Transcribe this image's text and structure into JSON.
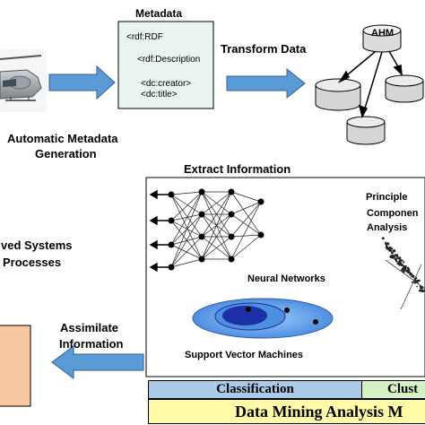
{
  "metadata": {
    "title": "Metadata",
    "lines": [
      "<rdf:RDF",
      "<rdf:Description",
      "<dc:creator>",
      "<dc:title>"
    ]
  },
  "steps": {
    "transform": "Transform Data",
    "auto_meta_line1": "Automatic Metadata",
    "auto_meta_line2": "Generation",
    "extract": "Extract Information",
    "improved_line1": "ved Systems",
    "improved_line2": "Processes",
    "assimilate_line1": "Assimilate",
    "assimilate_line2": "Information"
  },
  "ahm": {
    "label": "AHM"
  },
  "methods": {
    "neural": "Neural Networks",
    "svm": "Support Vector Machines",
    "pca_line1": "Principle",
    "pca_line2": "Componen",
    "pca_line3": "Analysis"
  },
  "bars": {
    "classification": "Classification",
    "clustering": "Clust",
    "toolbox": "Data Mining Analysis M"
  },
  "colors": {
    "arrow_fill": "#5b9bd5",
    "arrow_stroke": "#2e5f9a",
    "metadata_box": "#e9f3ef",
    "classification_bar": "#a9cbe8",
    "clustering_bar": "#d5f0c2",
    "toolbox_bar": "#fffaa8",
    "svm_outer": "#4f8fe0",
    "svm_inner": "#1b2fa6",
    "output_box": "#f9c79f"
  }
}
